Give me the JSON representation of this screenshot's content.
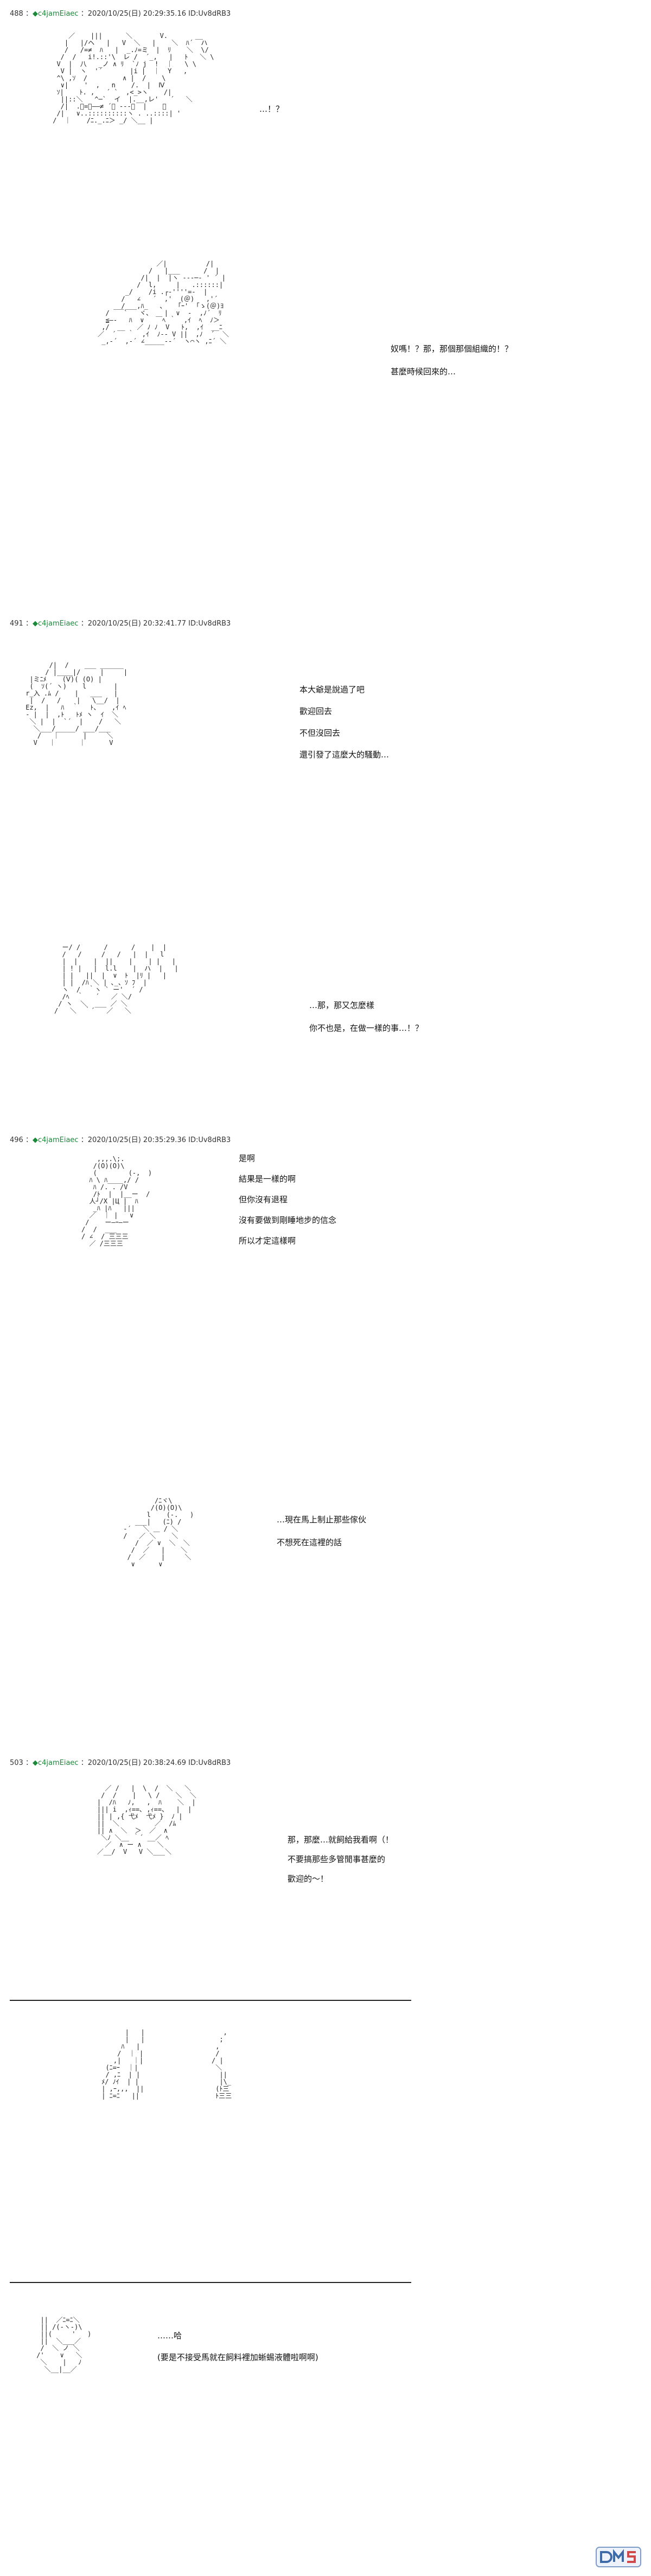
{
  "posts": [
    {
      "header": {
        "number": "488",
        "marker": "◆",
        "name": "c4jamEiaec",
        "datetime": "2020/10/25(日) 20:29:35.16",
        "id": "ID:Uv8dRB3"
      },
      "dialogues": [
        "…！？",
        "奴嗎！？那，那個那個組織的！？",
        "甚麼時候回來的…"
      ]
    },
    {
      "header": {
        "number": "491",
        "marker": "◆",
        "name": "c4jamEiaec",
        "datetime": "2020/10/25(日) 20:32:41.77",
        "id": "ID:Uv8dRB3"
      },
      "dialogues": [
        "本大爺是說過了吧",
        "歡迎回去",
        "不但沒回去",
        "還引發了這麼大的騷動…",
        "…那，那又怎麼樣",
        "你不也是，在做一樣的事…！？"
      ]
    },
    {
      "header": {
        "number": "496",
        "marker": "◆",
        "name": "c4jamEiaec",
        "datetime": "2020/10/25(日) 20:35:29.36",
        "id": "ID:Uv8dRB3"
      },
      "dialogues": [
        "是啊",
        "結果是一樣的啊",
        "但你沒有退程",
        "沒有要做到剛睡地步的信念",
        "所以才定這樣啊",
        "…現在馬上制止那些傢伙",
        "不想死在這裡的話"
      ]
    },
    {
      "header": {
        "number": "503",
        "marker": "◆",
        "name": "c4jamEiaec",
        "datetime": "2020/10/25(日) 20:38:24.69",
        "id": "ID:Uv8dRB3"
      },
      "dialogues": [
        "那，那麼…就飼給我看啊（！",
        "不要搞那些多管閒事甚麼的",
        "歡迎的～！",
        "……哈",
        "(要是不接受馬就在飼料裡加蜥蜴液體啦啊啊)"
      ]
    }
  ],
  "art": {
    "a1": "     ／    |||      ＼       V.       __\n    |   |/ヘ   |   V  ＼   |    ＼  ﾊ´  ハ\n    /   /=≠  ﾊ   |  _.ﾉ=ミ  |  ﾘ    ＼  \\/\n   /  /   i!.::'\\  レ /  ´_,   |   ﾄ   ＼ \\\n  V  |  八   _ノ ∧ ﾘ  `ﾉ j  !  ｜   \\ \\\n   V |  ヽ  '´       |i |  ｜  Y   ,\n  ^\\ ,ｿ  /         ∧ |  /    \\\n   ∨|    '  ,   n    /.  |  Ⅳ\n  ｿ|    ﾄ. ,   ´ `  ,<_>ヽ    /|\n   ||::＼   ^─`  イ  |.__,レ'   ´   ＼\n   /|  .ﾞ=ー――≠ ´ー ---、  |    ＼\n  /|   ∨..::::::::::ヽ . ..::::| '\n /  ｜    /ﾆ._.ﾆ＞ _/ ＼__ |",
    "a2": "               ／|          /|\n             /   |___      /  |\n           /|  |  |ヽ ‐--─‐ ' ´ |\n          /  l,     |   .::::::|\n       _/    /i .┌-''''=-  |\n      /   ∠   ´  ,'  (＠)   ,'´\n    __/___,ﾊ_   、   ｢ｰ'  ｢ゝ(＠)ﾖ\n  /  ￣`   ヾ、   |  ∨  -  ,ﾉ´  ﾘ\n  ≦―‐   ﾊ  ∨   ￣ﾍ ｀  ,ｲ  ﾍ  ﾉ＞\n ,/  __   ／ ﾉ ﾉ  V   ﾄ,  ,ｲ  __ﾆ\n／  ´   ｀  ,ｲ  ﾉ-- V ||  ,ﾉ  ´  ＼\n _,-´  ,-´ ∠_____--´  ヽ⌒ヽ ,ﾆ´ ＼",
    "a3": "       /|  /    ___ ______\n      / |____|/     |     |\n  |ミﾆﾒ    (Ⅴ)( (O) |\n  (  ｿ(´ ヽ)    l       |\n r_入 .ﾑ /    |   ___   |\n  |  /   /    |   \\__/  |\n Ez,  |   ﾊ  ｀   ﾄ、   ,ｲ ﾍ\n ‐ |  |  ,ﾄ   ﾄﾒ ヽ  ｲ  ＼\n  ＼ |  |  `´  |    /   ＼\n   ＼___/_____/ ___/___\n    /   ｜      |     ＼\n   V   ｜      ｜      V",
    "a4": "  ー/ /      /      /    |  |\n  /   /     /   /   |  |   l\n  |  |    |  ||    |    | |   |\n  | ! |   |  l.l    |  ハ  |   |\n  | |   ||  |  ∨  ﾄ  |ﾘ |   |\n  | |  /ﾊ ＼ | ､_、ｿ ﾌ  |\n  ヽ  /  ｀ヽ ` ー'  ´ /\n  /ﾍ  ｀   ´   ／ ＼/\n / ヽ  ＼  ___ ／ ＼\n/   ＼  ｀´   ／   ＼",
    "a5": "    ,,,.\\;.\n   /(O)(O)\\\n   (        (-,  )\n  ﾊ \\ ﾊ____,/ /\n   ﾊ /. . /V\n   /ﾄ  |  |__ー  /\n  人┘/X |Ц |  ﾊ\n   _ﾊ |ﾊ   |||\n  ／  ｜ |   ∨\n /    ー―ｰ―ー\n/  /  ___\n/ ∠  / 三三三\n  ／ /三三三",
    "a6": "         /ﾆヾ\\\n        /(O)(O)\\\n       l    (-.   )\n    ___|   (ﾆ) /\n ‐´   ＼ ＿ / ＼\n /   ／ ＼    ＼\n    /  ／ ∨  ＼  ＼\n   /  ／   |    ＼\n  /  ／    |     ＼\n   ∨      ∨",
    "a7": "      ／ /   |  \\  /  ＼   ＼\n     /  /    |   \\ /    ＼  ＼\n    |  /ﾊ   ﾉ,   ,  ﾊ    ＼  |\n    ||| i  ,ｨ==､ ,ｨ==、  |  |\n    || | ,{ 弋ﾒ  弋ﾒ }  ﾉ |\n    ||  ＼         ／  /ﾑ\n    || ∧  ＼  ＞  ／  ∧\n     ＼ﾉ ＼__ ｀´ __／ ﾍ\n      ／  ∧ ー ∧    ＼\n    ／__/  V   V ＼___＼",
    "a8": "       |   |\n       |   |\n      ﾊ   |\n     /  ｜ |\n    ,|   ｜|\n  (ﾆ=ｰ  ｜|\n  / ,ﾆ  | |\n ﾒ/ ﾉｲ  | |\n | ,ｰ,,,  ||\n | ﾆ=ﾆ   ||",
    "a9": "   ,\n  ;\n ,\n /\n/ |\n ＼\n  ||\n  |\\_\n (ﾄ三\n ﾄ三三",
    "a10": "  ||  ／ﾆ=ﾆ＼\n  || /(-ヽ-)\\\n  ||(     '   )\n  ||  ＼___／\n  /  ＼ ノ ＼\n /'    ∨   ＼\n  ＼    |   ﾉ\n   ＼__|__／"
  }
}
